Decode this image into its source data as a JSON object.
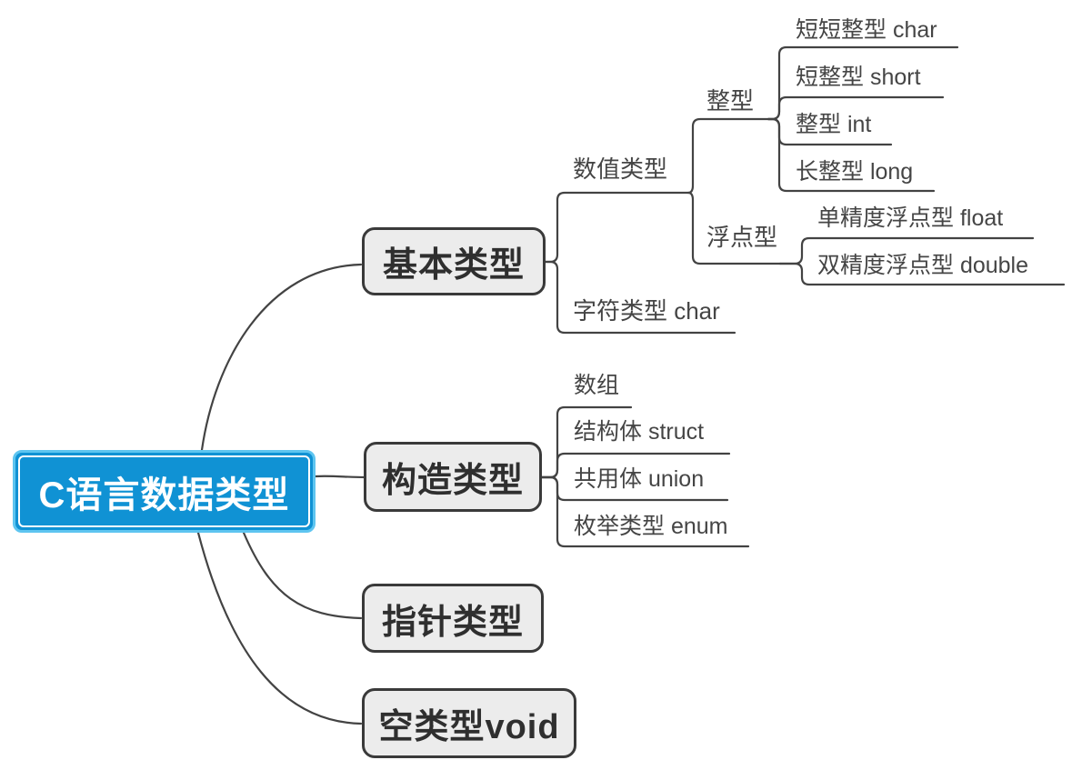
{
  "mindmap": {
    "type": "mindmap",
    "root": {
      "label": "C语言数据类型",
      "children": [
        {
          "label": "基本类型",
          "children": [
            {
              "label": "数值类型",
              "children": [
                {
                  "label": "整型",
                  "children": [
                    {
                      "label": "短短整型 char"
                    },
                    {
                      "label": "短整型 short"
                    },
                    {
                      "label": "整型 int"
                    },
                    {
                      "label": "长整型 long"
                    }
                  ]
                },
                {
                  "label": "浮点型",
                  "children": [
                    {
                      "label": "单精度浮点型 float"
                    },
                    {
                      "label": "双精度浮点型 double"
                    }
                  ]
                }
              ]
            },
            {
              "label": "字符类型 char"
            }
          ]
        },
        {
          "label": "构造类型",
          "children": [
            {
              "label": "数组"
            },
            {
              "label": "结构体 struct"
            },
            {
              "label": "共用体 union"
            },
            {
              "label": "枚举类型 enum"
            }
          ]
        },
        {
          "label": "指针类型"
        },
        {
          "label": "空类型void"
        }
      ]
    },
    "palette": {
      "root_fill": "#1092d4",
      "root_outer_border": "#5ec5f0",
      "root_inner_border": "#ffffff",
      "root_text": "#ffffff",
      "branch_fill": "#ececec",
      "branch_border": "#3a3a3a",
      "branch_text": "#2f2f2f",
      "line_color": "#434343",
      "label_text": "#454545",
      "background": "#ffffff"
    }
  }
}
